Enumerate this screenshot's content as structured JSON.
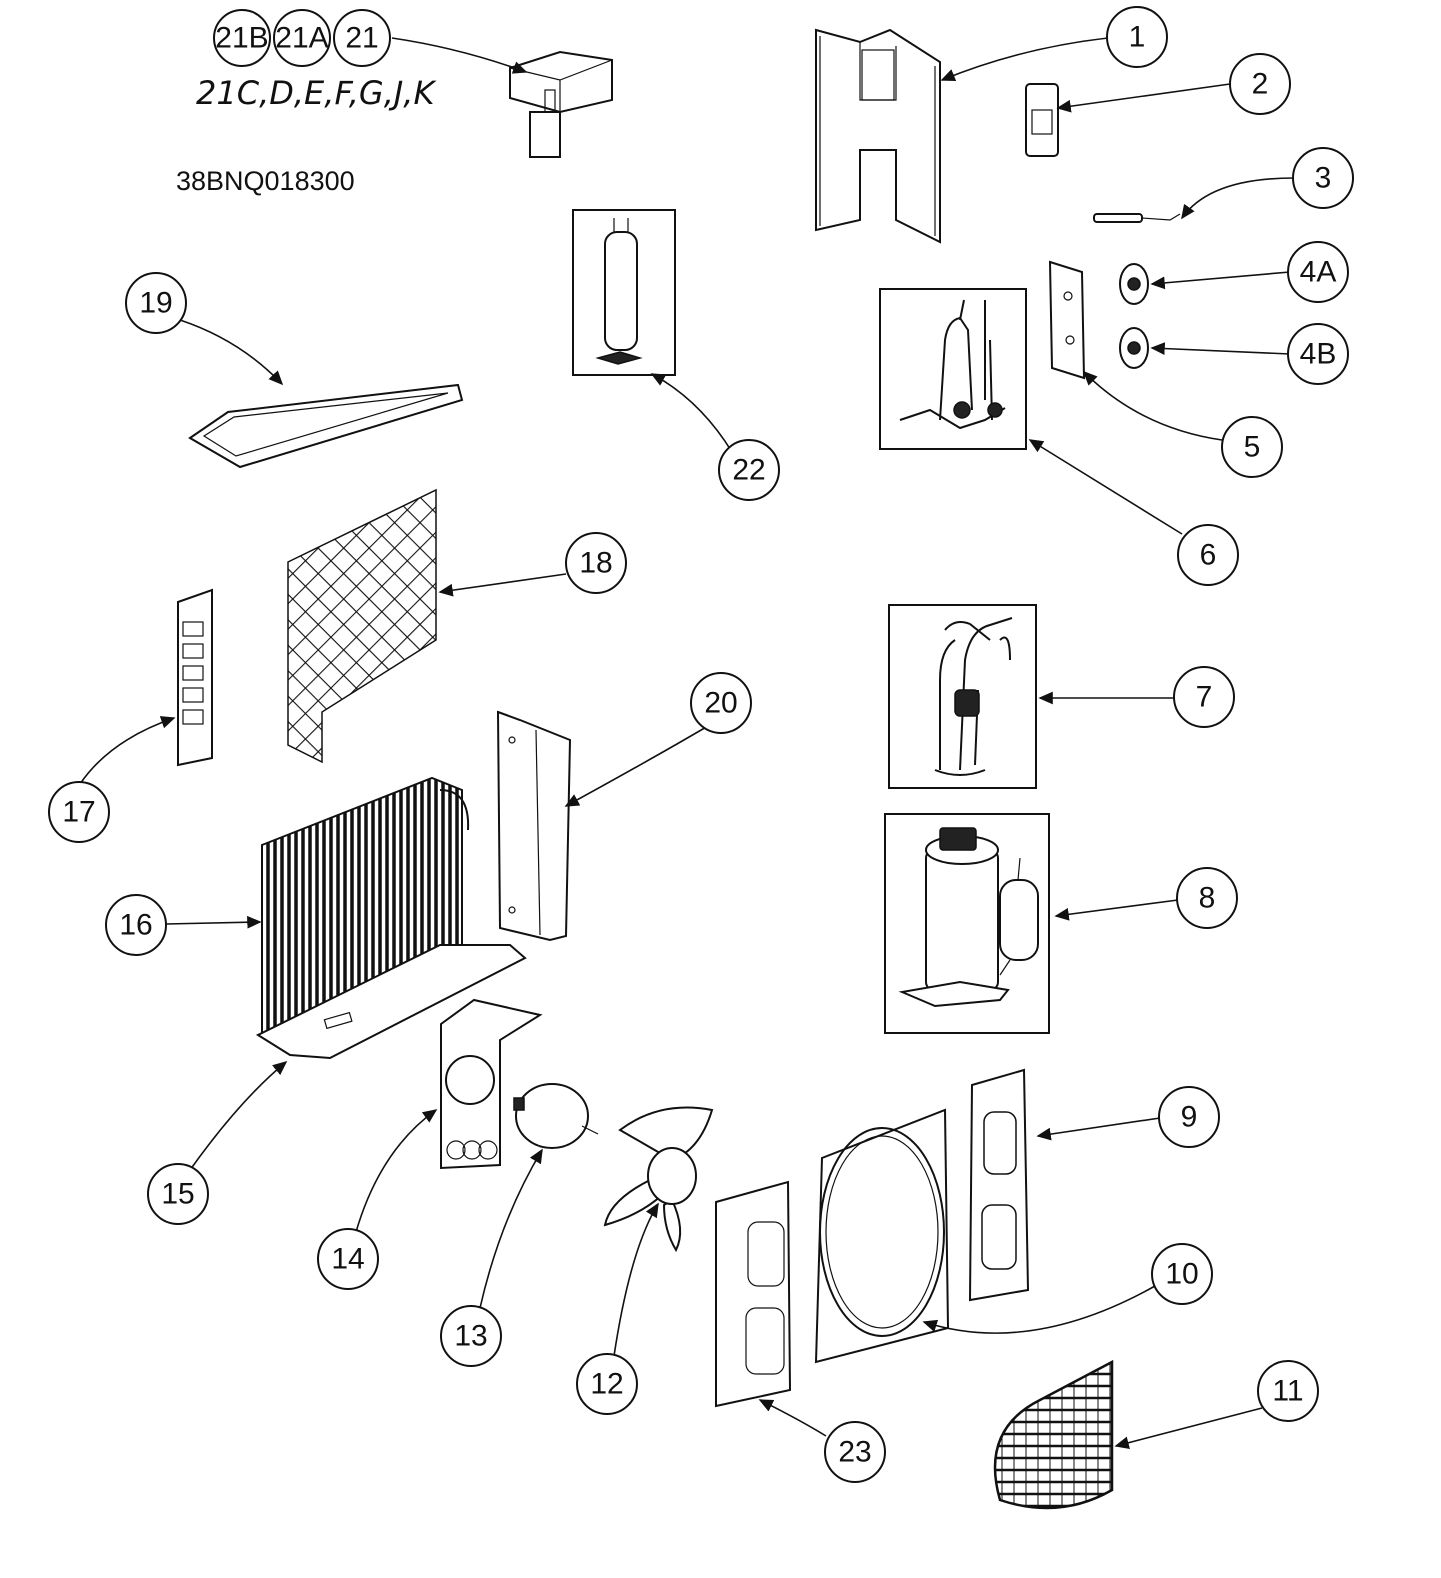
{
  "model_number": "38BNQ018300",
  "handwritten_note": "21C,D,E,F,G,J,K",
  "callouts": [
    {
      "id": "c-1",
      "label": "1"
    },
    {
      "id": "c-2",
      "label": "2"
    },
    {
      "id": "c-3",
      "label": "3"
    },
    {
      "id": "c-4a",
      "label": "4A"
    },
    {
      "id": "c-4b",
      "label": "4B"
    },
    {
      "id": "c-5",
      "label": "5"
    },
    {
      "id": "c-6",
      "label": "6"
    },
    {
      "id": "c-7",
      "label": "7"
    },
    {
      "id": "c-8",
      "label": "8"
    },
    {
      "id": "c-9",
      "label": "9"
    },
    {
      "id": "c-10",
      "label": "10"
    },
    {
      "id": "c-11",
      "label": "11"
    },
    {
      "id": "c-12",
      "label": "12"
    },
    {
      "id": "c-13",
      "label": "13"
    },
    {
      "id": "c-14",
      "label": "14"
    },
    {
      "id": "c-15",
      "label": "15"
    },
    {
      "id": "c-16",
      "label": "16"
    },
    {
      "id": "c-17",
      "label": "17"
    },
    {
      "id": "c-18",
      "label": "18"
    },
    {
      "id": "c-19",
      "label": "19"
    },
    {
      "id": "c-20",
      "label": "20"
    },
    {
      "id": "c-21",
      "label": "21"
    },
    {
      "id": "c-21a",
      "label": "21A"
    },
    {
      "id": "c-21b",
      "label": "21B"
    },
    {
      "id": "c-22",
      "label": "22"
    },
    {
      "id": "c-23",
      "label": "23"
    }
  ]
}
